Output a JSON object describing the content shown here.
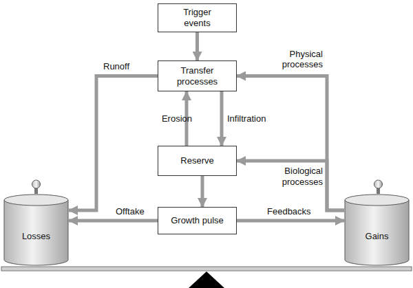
{
  "diagram": {
    "nodes": [
      {
        "text": [
          "Trigger events"
        ]
      },
      {
        "text": [
          "Transfer processes"
        ]
      },
      {
        "text": [
          "Reserve"
        ]
      },
      {
        "text": [
          "Growth pulse"
        ]
      },
      {
        "text": [
          "Losses"
        ]
      },
      {
        "text": [
          "Gains"
        ]
      }
    ],
    "edges": [
      {
        "from": 0,
        "to": 1,
        "arrow": "to"
      },
      {
        "from": 1,
        "to": 4,
        "label": "Runoff",
        "arrow": "to"
      },
      {
        "from": 1,
        "to": 2,
        "label": "Infiltration",
        "arrow": "to"
      },
      {
        "from": 2,
        "to": 1,
        "label": "Erosion",
        "arrow": "to"
      },
      {
        "from": 2,
        "to": 3,
        "arrow": "to"
      },
      {
        "from": 3,
        "to": 4,
        "label": "Offtake",
        "arrow": "to"
      },
      {
        "from": 3,
        "to": 5,
        "label": "Feedbacks",
        "arrow": "to"
      },
      {
        "from": 5,
        "to": 1,
        "label": "Physical processes",
        "arrow": "to"
      },
      {
        "from": 5,
        "to": 2,
        "label": "Biological processes",
        "arrow": "to"
      }
    ]
  }
}
